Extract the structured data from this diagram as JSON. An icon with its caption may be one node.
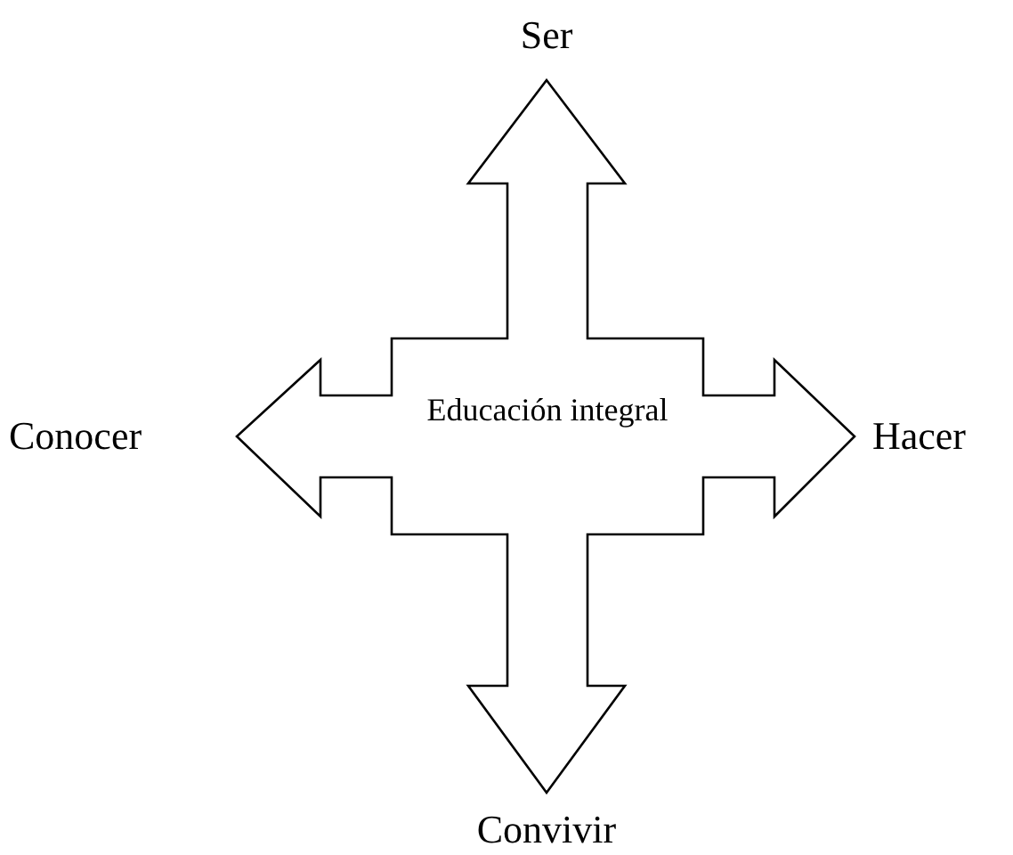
{
  "diagram": {
    "nodes": [
      {
        "text": [
          "Educación integral"
        ]
      }
    ],
    "labels": [
      "Ser",
      "Conocer",
      "Hacer",
      "Convivir"
    ]
  }
}
